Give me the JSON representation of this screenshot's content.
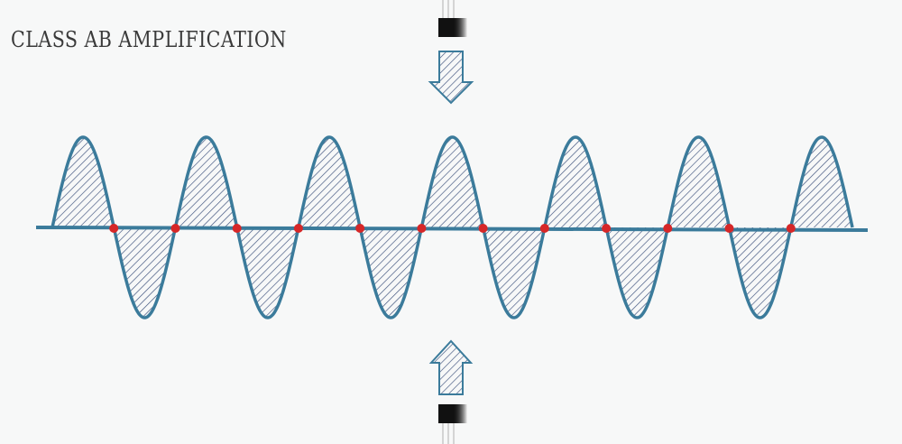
{
  "title": "CLASS AB AMPLIFICATION",
  "colors": {
    "background": "#f7f8f8",
    "wave_stroke": "#3b7b9b",
    "hatch": "#3a4f7a",
    "crossing_dot": "#d62728",
    "connector_body": "#111111",
    "connector_lead": "#bdbdbd"
  },
  "diagram": {
    "wave_cycles": 6.5,
    "crossing_points": 12,
    "arrows": [
      {
        "direction": "down",
        "icon": "hatched-arrow-down"
      },
      {
        "direction": "up",
        "icon": "hatched-arrow-up"
      }
    ],
    "connectors": [
      {
        "position": "top",
        "icon": "transistor-lead"
      },
      {
        "position": "bottom",
        "icon": "transistor-lead"
      }
    ]
  }
}
